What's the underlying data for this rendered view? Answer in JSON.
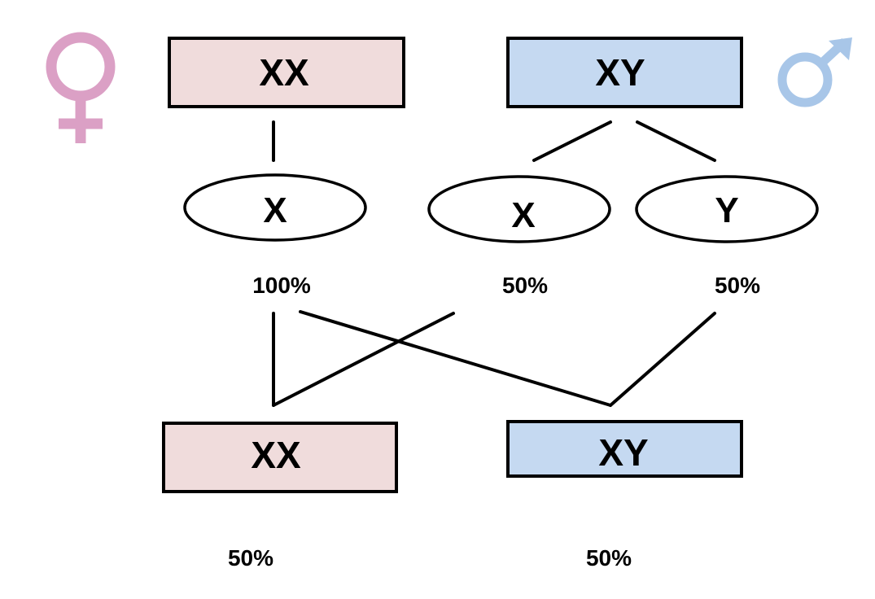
{
  "colors": {
    "female": "#f0dcdc",
    "male": "#c5d9f1",
    "female_symbol": "#dba0c5",
    "male_symbol": "#a8c6e8"
  },
  "symbols": {
    "female": "female-symbol-icon",
    "male": "male-symbol-icon"
  },
  "parents": {
    "mother": {
      "genotype": "XX"
    },
    "father": {
      "genotype": "XY"
    }
  },
  "gametes": {
    "mother_x": {
      "label": "X",
      "probability": "100%"
    },
    "father_x": {
      "label": "X",
      "probability": "50%"
    },
    "father_y": {
      "label": "Y",
      "probability": "50%"
    }
  },
  "offspring": {
    "daughter": {
      "genotype": "XX",
      "probability": "50%"
    },
    "son": {
      "genotype": "XY",
      "probability": "50%"
    }
  }
}
